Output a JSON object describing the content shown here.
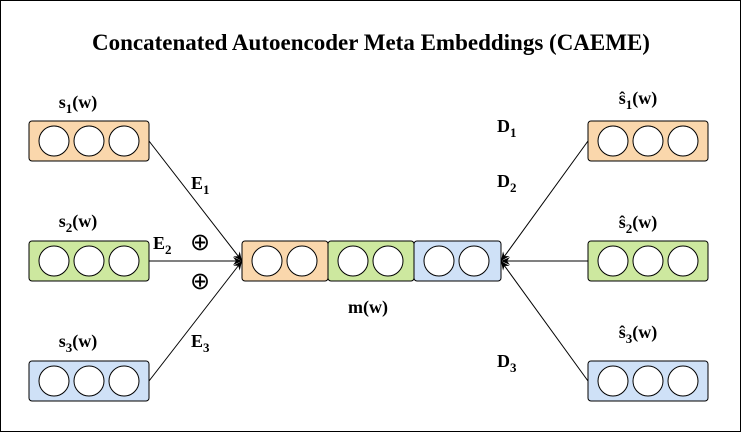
{
  "title": "Concatenated Autoencoder Meta Embeddings (CAEME)",
  "colors": {
    "orange": "#fad7ac",
    "green": "#cde89f",
    "blue": "#cfe1f7",
    "stroke": "#000000"
  },
  "inputs": [
    {
      "base": "s",
      "sub": "1",
      "tail": "(w)",
      "color": "orange"
    },
    {
      "base": "s",
      "sub": "2",
      "tail": "(w)",
      "color": "green"
    },
    {
      "base": "s",
      "sub": "3",
      "tail": "(w)",
      "color": "blue"
    }
  ],
  "outputs": [
    {
      "base": "ŝ",
      "sub": "1",
      "tail": "(w)",
      "color": "orange"
    },
    {
      "base": "ŝ",
      "sub": "2",
      "tail": "(w)",
      "color": "green"
    },
    {
      "base": "ŝ",
      "sub": "3",
      "tail": "(w)",
      "color": "blue"
    }
  ],
  "encoders": [
    {
      "base": "E",
      "sub": "1"
    },
    {
      "base": "E",
      "sub": "2"
    },
    {
      "base": "E",
      "sub": "3"
    }
  ],
  "decoders": [
    {
      "base": "D",
      "sub": "1"
    },
    {
      "base": "D",
      "sub": "2"
    },
    {
      "base": "D",
      "sub": "3"
    }
  ],
  "concat_symbol": "⊕",
  "meta": {
    "label": "m(w)",
    "segments": [
      "orange",
      "green",
      "blue"
    ]
  }
}
